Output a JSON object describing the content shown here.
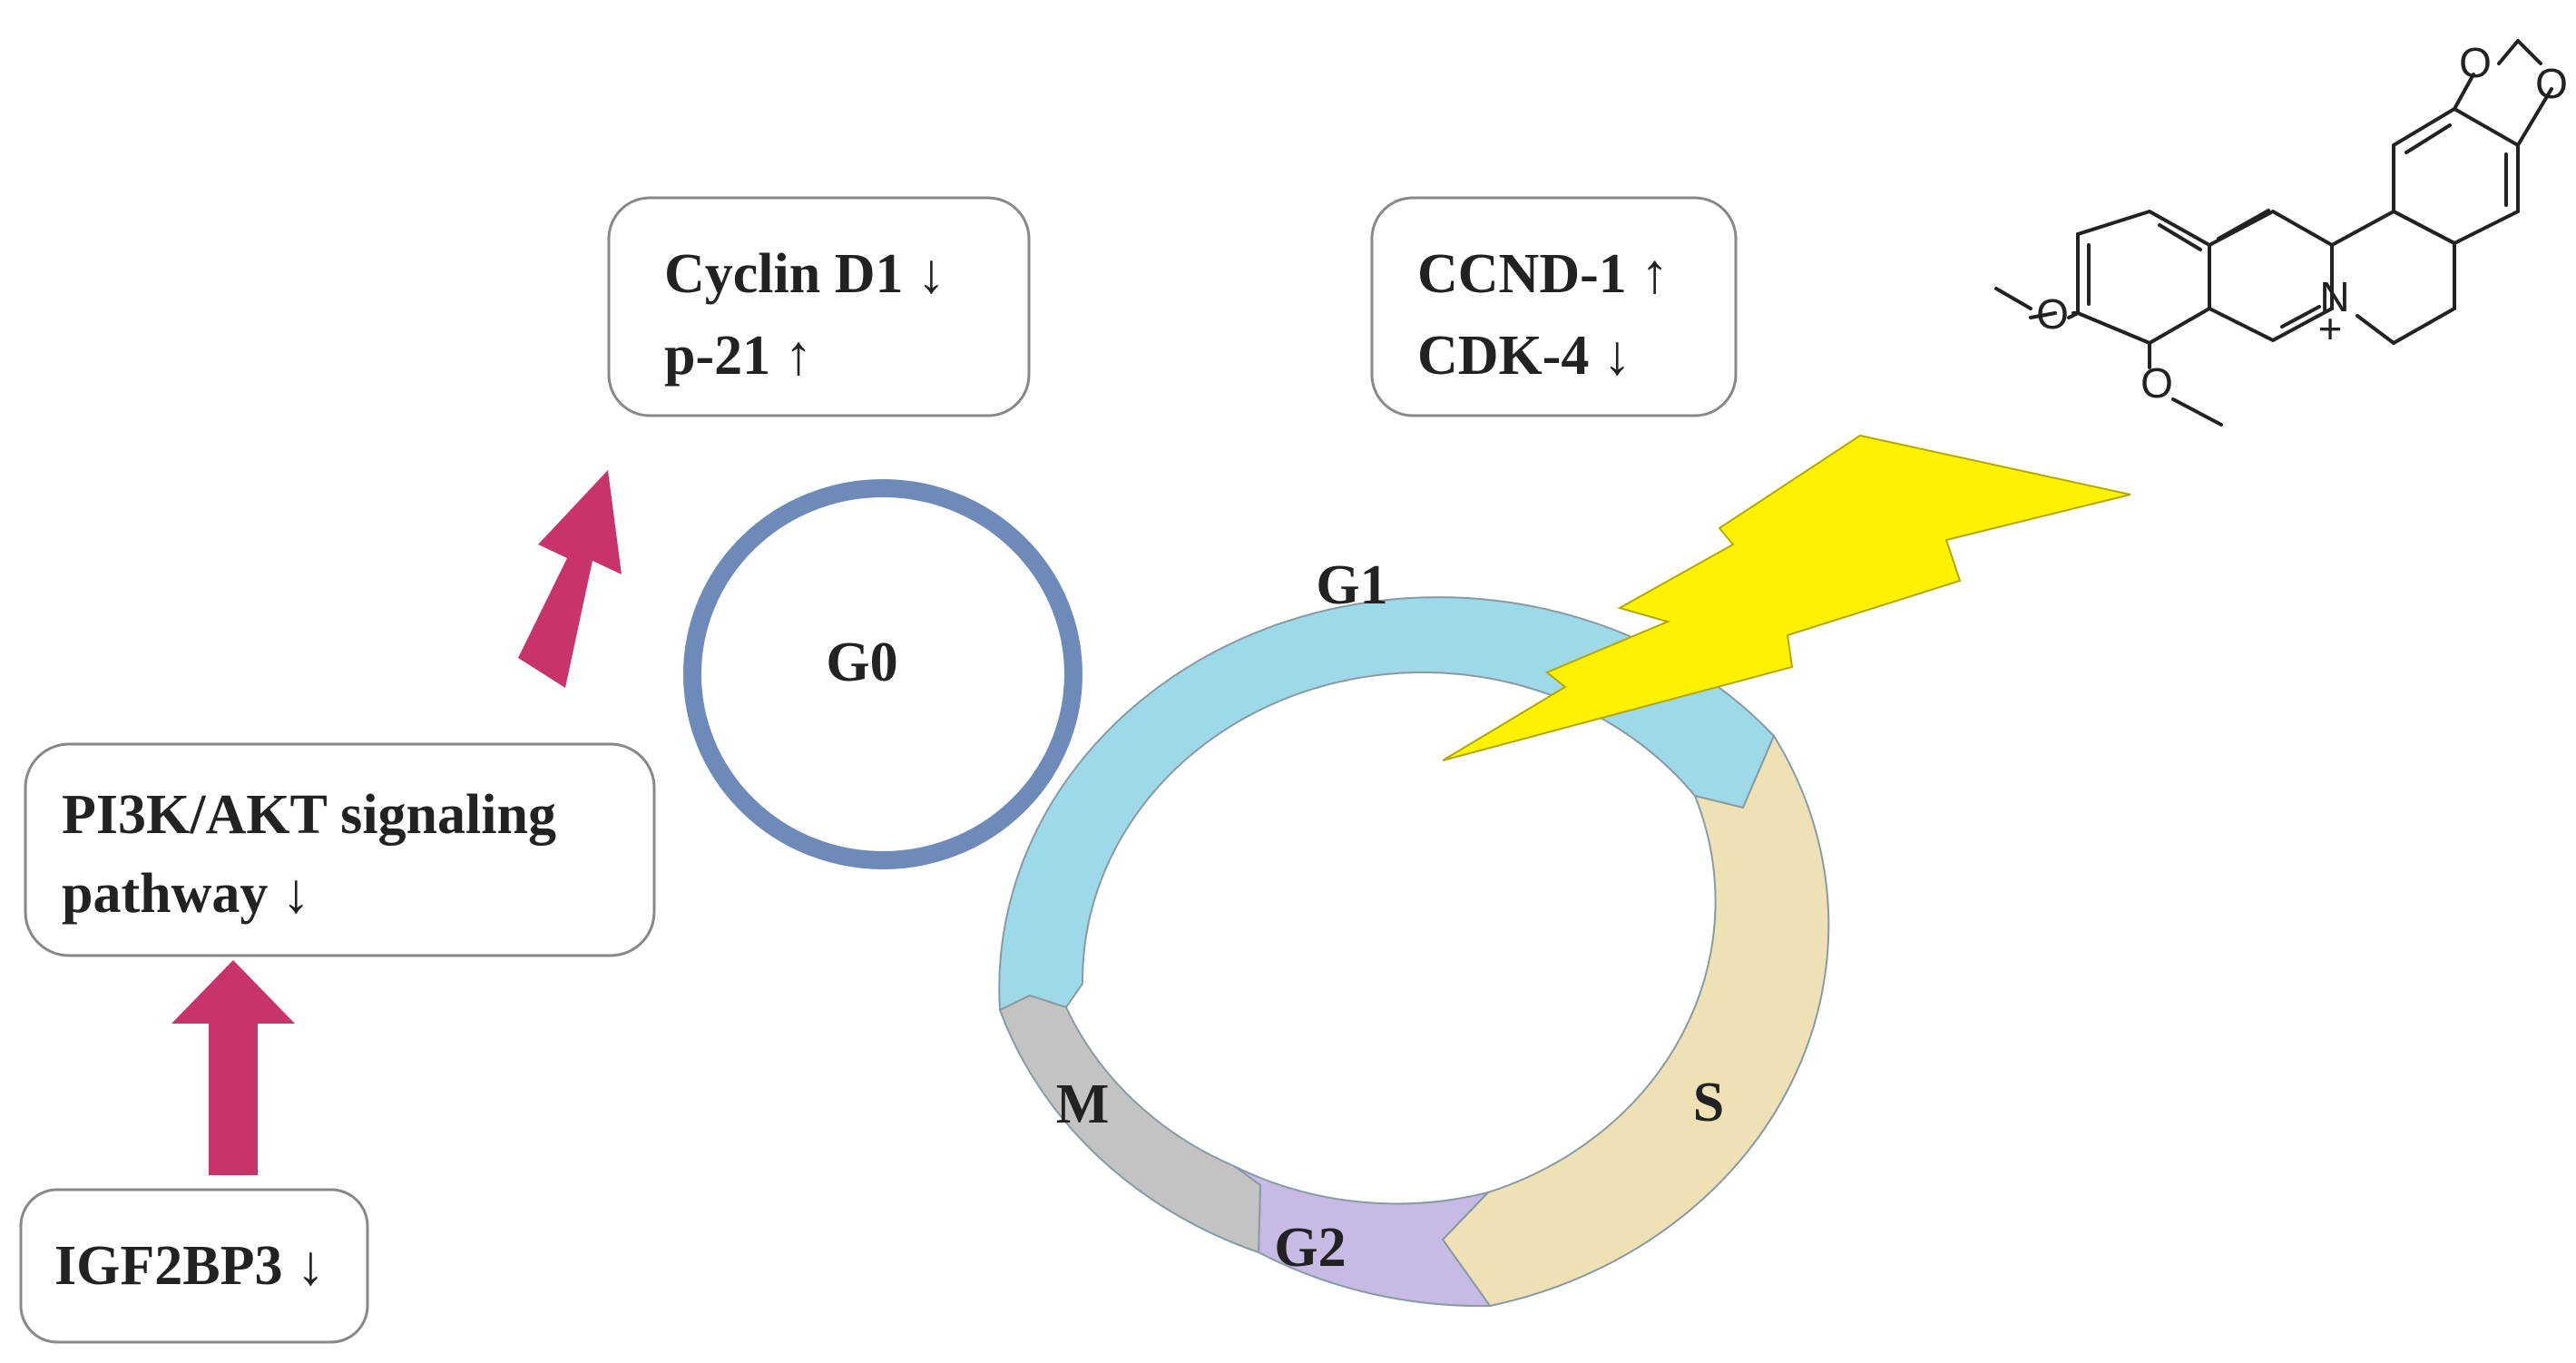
{
  "phases": {
    "g0": "G0",
    "g1": "G1",
    "s": "S",
    "g2": "G2",
    "m": "M"
  },
  "boxes": {
    "cyclin": {
      "line1": "Cyclin D1 ↓",
      "line2": "p-21 ↑"
    },
    "ccnd": {
      "line1": "CCND-1 ↑",
      "line2": "CDK-4 ↓"
    },
    "pi3k": {
      "line1": "PI3K/AKT signaling",
      "line2": "pathway ↓"
    },
    "igf2bp3": {
      "line1": "IGF2BP3 ↓"
    }
  },
  "structure": {
    "atoms": {
      "o1": "O",
      "o2": "O",
      "o3": "O",
      "o4": "O",
      "n": "N",
      "plus": "+"
    }
  },
  "colors": {
    "g1": "#9DD9E8",
    "s": "#EEE1B6",
    "g2": "#C7BBE5",
    "m": "#C3C3C3",
    "g0_ring": "#6E8AB8",
    "arrow": "#C9336B",
    "lightning": "#FFF200",
    "box_border": "#888888"
  },
  "icons": {
    "lightning": "lightning-bolt-icon",
    "arrow": "up-arrow-icon"
  }
}
